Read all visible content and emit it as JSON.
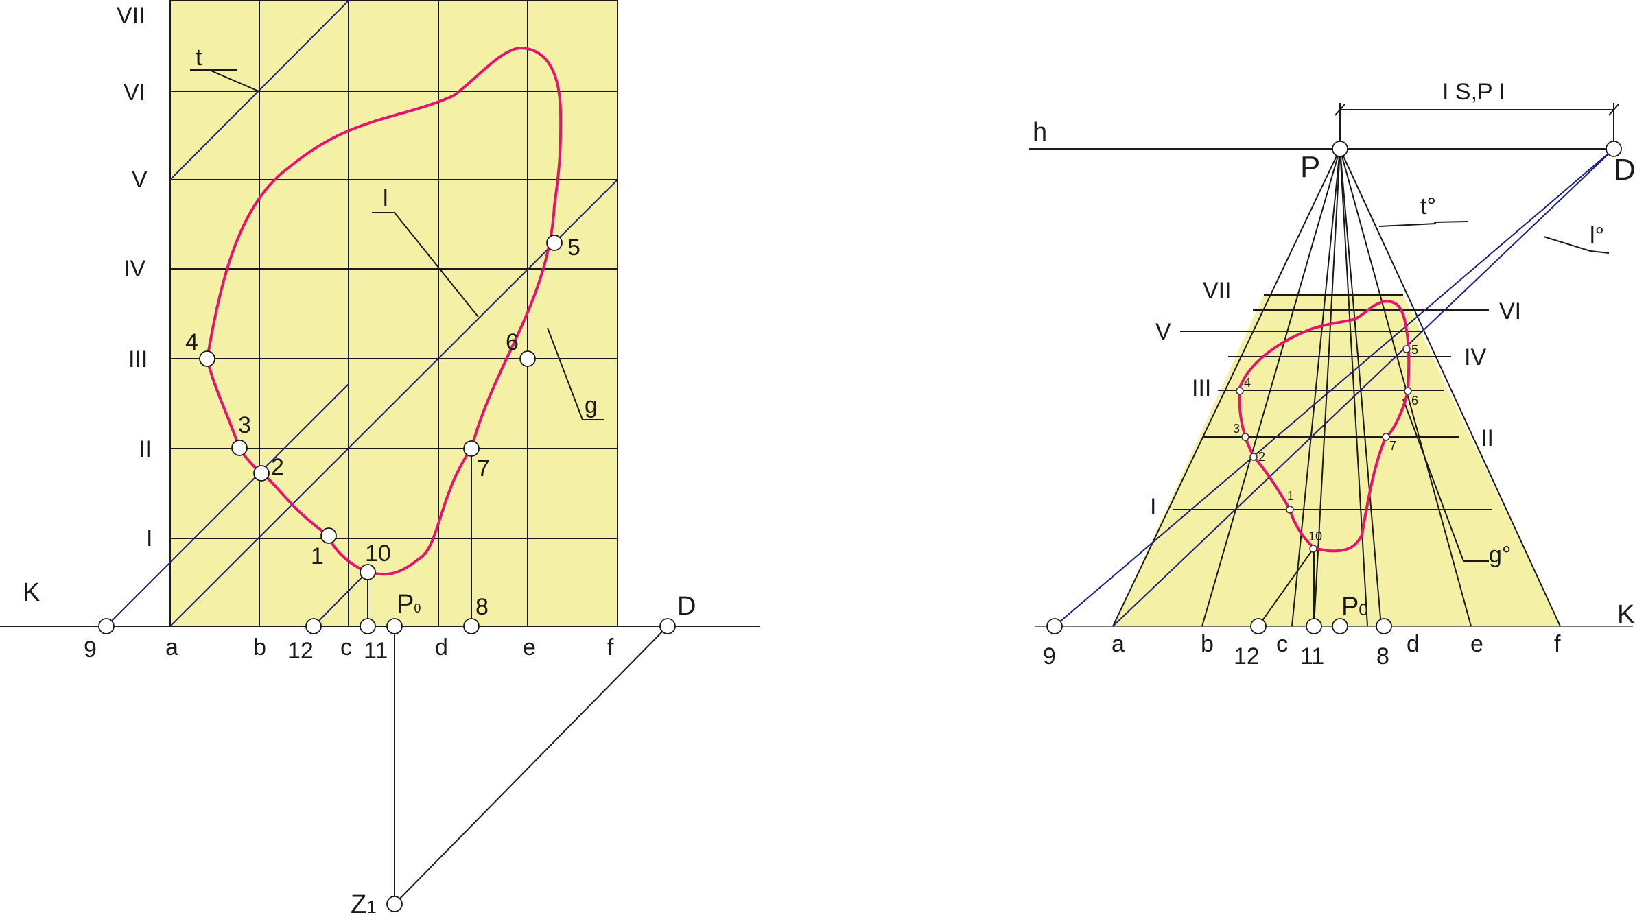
{
  "colors": {
    "panel_fill": "#f4f0a6",
    "outline_curve": "#e5146e",
    "construction_blue": "#1c1f7a",
    "lines": "#1a1a1a"
  },
  "left": {
    "row_labels": [
      "VII",
      "VI",
      "V",
      "IV",
      "III",
      "II",
      "I"
    ],
    "column_labels": [
      "a",
      "b",
      "c",
      "d",
      "e",
      "f"
    ],
    "point_labels": [
      "1",
      "2",
      "3",
      "4",
      "5",
      "6",
      "7",
      "10"
    ],
    "baseline_points": [
      "9",
      "12",
      "11",
      "8"
    ],
    "base_line_label": "K",
    "distance_point_label": "D",
    "principal_foot_label": "P",
    "principal_foot_sub": "0",
    "station_label": "Z",
    "station_sub": "1",
    "diagonal_label_t": "t",
    "diagonal_label_l": "l",
    "curve_label": "g"
  },
  "right": {
    "horizon_label": "h",
    "principal_point_label": "P",
    "distance_point_label": "D",
    "distance_label": "I S,P I",
    "row_labels_left": [
      "VII",
      "V",
      "III",
      "I"
    ],
    "row_labels_right": [
      "VI",
      "IV",
      "II"
    ],
    "column_labels": [
      "a",
      "b",
      "c",
      "d",
      "e",
      "f"
    ],
    "point_labels": [
      "1",
      "2",
      "3",
      "4",
      "5",
      "6",
      "7",
      "10"
    ],
    "baseline_points": [
      "9",
      "12",
      "11",
      "8"
    ],
    "base_line_label": "K",
    "principal_foot_label": "P",
    "principal_foot_sub": "0",
    "diagonal_label_t": "t°",
    "diagonal_label_l": "l°",
    "curve_label": "g°"
  }
}
